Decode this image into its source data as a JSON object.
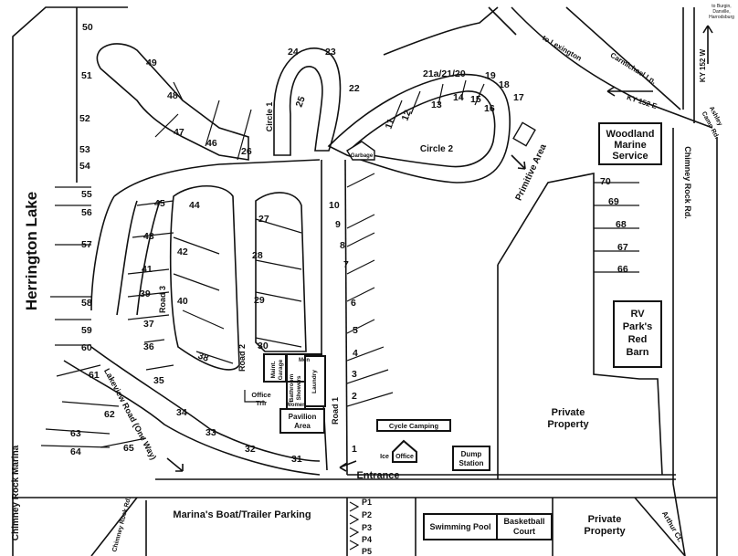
{
  "map": {
    "water": {
      "lake": "Herrington Lake",
      "marina": "Chimney Rock Marina"
    },
    "roads": {
      "lakeview": "Lakeview Road (One Way)",
      "road1": "Road 1",
      "road2": "Road 2",
      "road3": "Road 3",
      "circle1": "Circle 1",
      "circle2": "Circle 2",
      "chimney_rock_rd": "Chimney Rock Rd.",
      "chimney_rock_rd_short": "Chimney Rock Rd.",
      "carmichael": "Carmichael Ln.",
      "ky152e": "KY 152 E",
      "ky152w": "KY 152 W",
      "lexington": "to Lexington",
      "ashley": [
        "Ashley",
        "Camp Rd."
      ],
      "arthur": "Arthur Ct.",
      "burgin": [
        "to Burgin,",
        "Danville,",
        "Harrodsburg"
      ]
    },
    "places": {
      "woodland": [
        "Woodland",
        "Marine",
        "Service"
      ],
      "rv": [
        "RV",
        "Park's",
        "Red",
        "Barn"
      ],
      "private1": [
        "Private",
        "Property"
      ],
      "private2": [
        "Private",
        "Property"
      ],
      "primitive": "Primitive Area",
      "entrance": "Entrance",
      "dump": [
        "Dump",
        "Station"
      ],
      "office": "Office",
      "ice": "Ice",
      "cycle": "Cycle Camping",
      "office_trlr": [
        "Office",
        "Trlr"
      ],
      "garbage": "Garbage",
      "maint": [
        "Maint.",
        "Garage"
      ],
      "bathroom": [
        "Bathroom",
        "Showers"
      ],
      "men": "Men",
      "women": "Women",
      "laundry": "Laundry",
      "pavilion": [
        "Pavilion",
        "Area"
      ],
      "boat_parking": "Marina's Boat/Trailer Parking",
      "swimming": "Swimming Pool",
      "basketball": [
        "Basketball",
        "Court"
      ],
      "parking_spots": [
        "P1",
        "P2",
        "P3",
        "P4",
        "P5"
      ]
    },
    "sites": [
      "1",
      "2",
      "3",
      "4",
      "5",
      "6",
      "7",
      "8",
      "9",
      "10",
      "11",
      "12",
      "13",
      "14",
      "15",
      "16",
      "17",
      "18",
      "19",
      "21a/21/20",
      "22",
      "23",
      "24",
      "25",
      "26",
      "27",
      "28",
      "29",
      "30",
      "31",
      "32",
      "33",
      "34",
      "35",
      "36",
      "37",
      "38",
      "39",
      "40",
      "41",
      "42",
      "43",
      "44",
      "45",
      "46",
      "47",
      "48",
      "49",
      "50",
      "51",
      "52",
      "53",
      "54",
      "55",
      "56",
      "57",
      "58",
      "59",
      "60",
      "61",
      "62",
      "63",
      "64",
      "65",
      "66",
      "67",
      "68",
      "69",
      "70"
    ]
  }
}
